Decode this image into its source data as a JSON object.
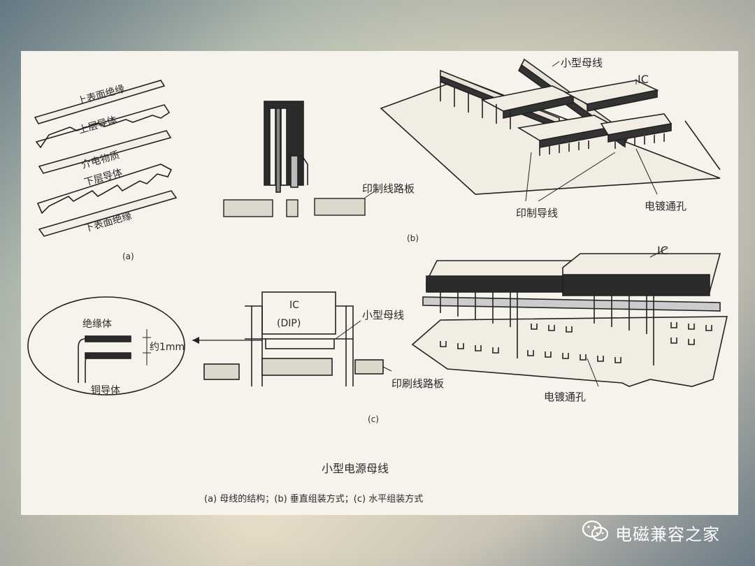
{
  "figure_a": {
    "layers": [
      "上表面绝缘",
      "上层导体",
      "介电物质",
      "下层导体",
      "下表面绝缘"
    ],
    "label": "(a)"
  },
  "figure_b": {
    "small_bus": "小型母线",
    "ic": "IC",
    "pcb": "印制线路板",
    "traces": "印制导线",
    "plated_hole": "电镀通孔",
    "label": "(b)"
  },
  "figure_c": {
    "ic": "IC",
    "dip": "(DIP)",
    "small_bus": "小型母线",
    "insulator": "绝缘体",
    "spacing": "约1mm",
    "copper": "铜导体",
    "pcb": "印刷线路板",
    "ic_right": "IC",
    "plated_hole": "电镀通孔",
    "label": "(c)"
  },
  "caption": {
    "title": "小型电源母线",
    "subtitle": "(a) 母线的结构；(b) 垂直组装方式；(c) 水平组装方式"
  },
  "watermark": {
    "text": "电磁兼容之家",
    "icon": "wechat-icon"
  }
}
